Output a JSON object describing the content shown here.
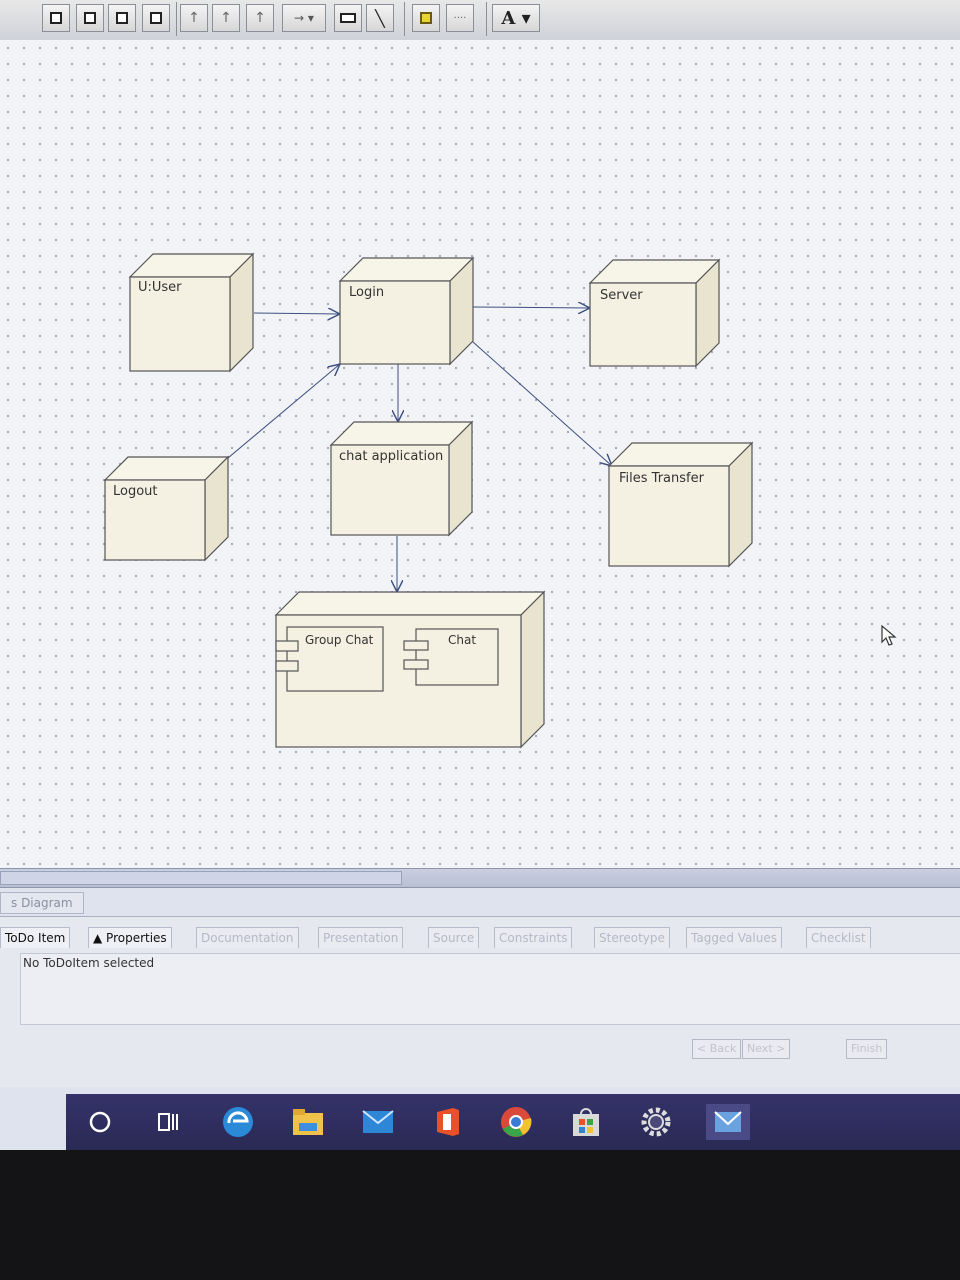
{
  "toolbar": {
    "tools": [
      "select-tool",
      "node-tool",
      "node-instance-tool",
      "component-tool",
      "component-instance-tool",
      "dependency-tool",
      "association-tool",
      "link-tool",
      "rectangle-tool",
      "line-tool",
      "note-tool",
      "more-tool"
    ],
    "font_button_label": "A ▾"
  },
  "diagram": {
    "nodes": {
      "user": "U:User",
      "login": "Login",
      "server": "Server",
      "logout": "Logout",
      "chat_app": "chat application",
      "files_transfer": "Files Transfer",
      "container": ""
    },
    "components": {
      "group_chat": "Group Chat",
      "chat": "Chat"
    }
  },
  "diagram_tab_label": "s Diagram",
  "details_panel": {
    "tabs": [
      "ToDo Item",
      "▲ Properties",
      "Documentation",
      "Presentation",
      "Source",
      "Constraints",
      "Stereotype",
      "Tagged Values",
      "Checklist"
    ],
    "active_tabs": [
      "ToDo Item",
      "▲ Properties"
    ],
    "todo_message": "No ToDoItem selected",
    "wizard": {
      "back": "< Back",
      "next": "Next >",
      "finish": "Finish"
    }
  },
  "taskbar": {
    "apps": [
      "start-circle-icon",
      "task-view-icon",
      "edge-icon",
      "file-explorer-icon",
      "mail-icon",
      "office-icon",
      "chrome-icon",
      "store-icon",
      "settings-icon",
      "argouml-icon"
    ]
  },
  "colors": {
    "node_fill": "#f4f1e2",
    "node_stroke": "#555555",
    "edge": "#3d4f80",
    "taskbar": "#2f2f60"
  }
}
